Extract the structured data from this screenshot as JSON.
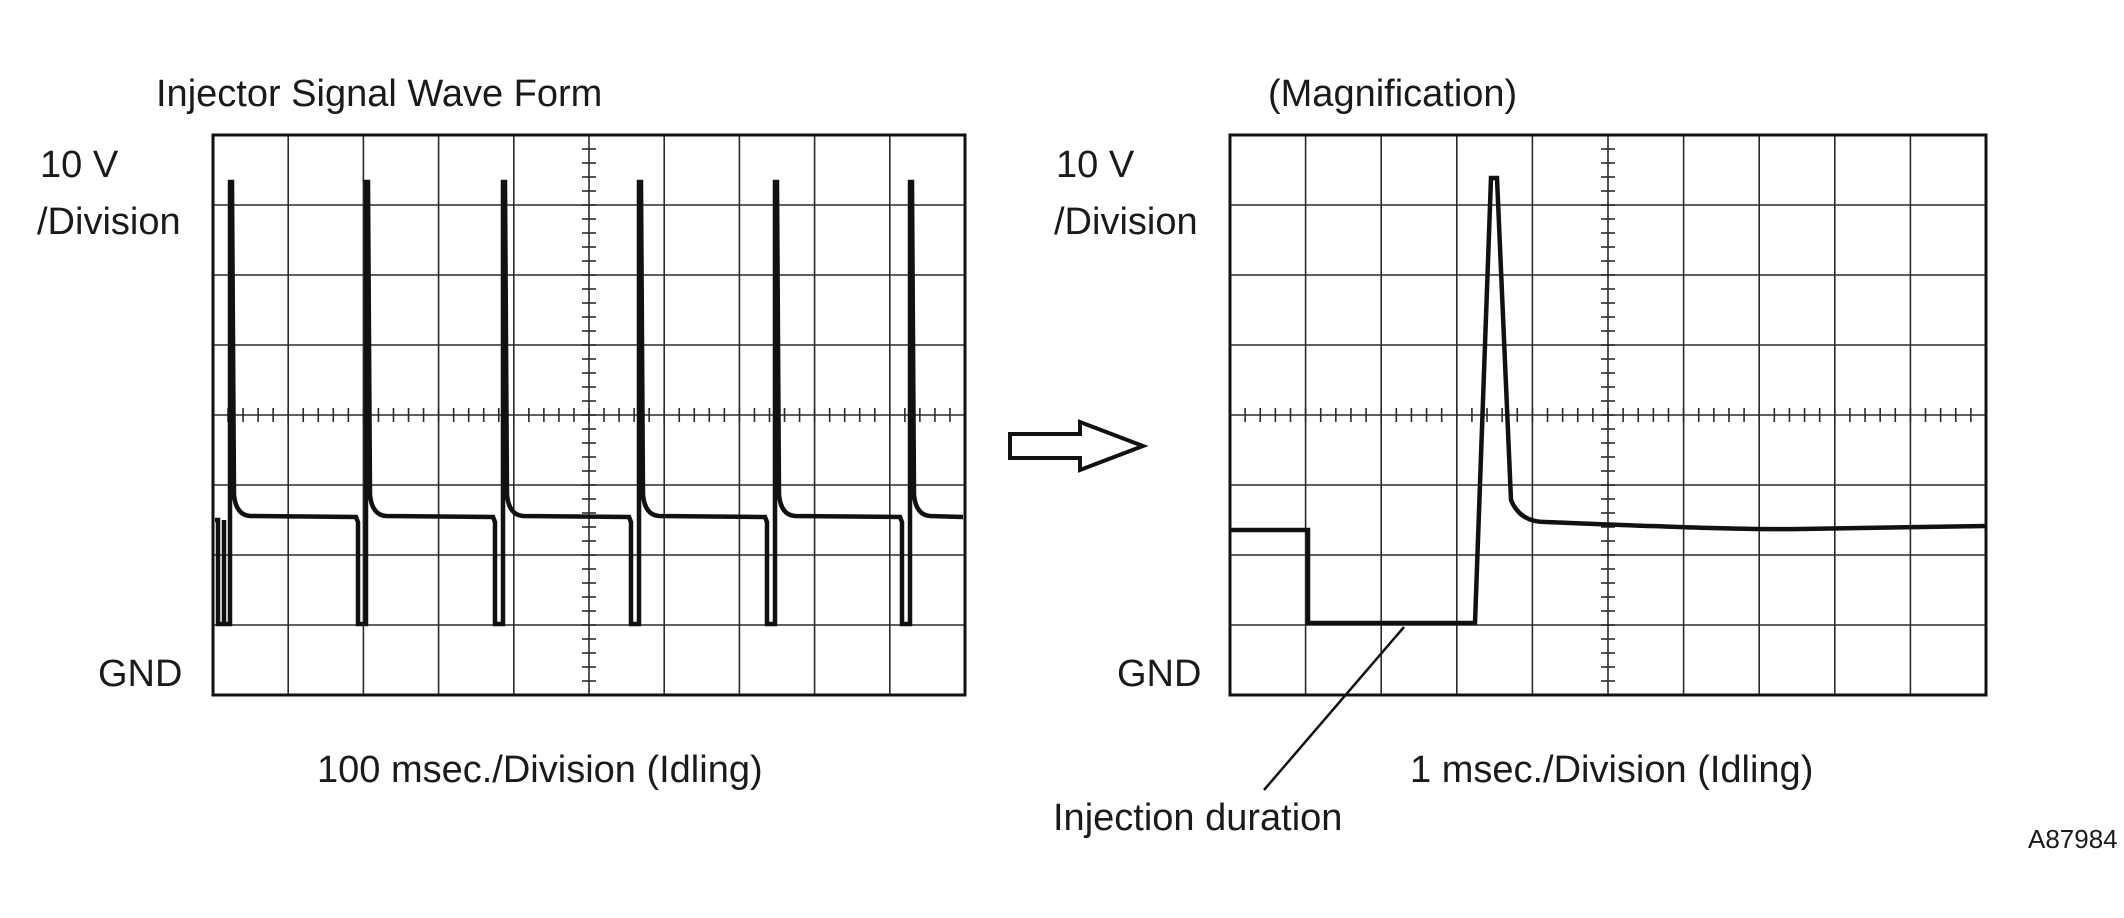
{
  "left_scope": {
    "title": "Injector Signal Wave Form",
    "volts_label_line1": "10 V",
    "volts_label_line2": "/Division",
    "ground_label": "GND",
    "time_label": "100 msec./Division (Idling)"
  },
  "right_scope": {
    "title": "(Magnification)",
    "volts_label_line1": "10 V",
    "volts_label_line2": "/Division",
    "ground_label": "GND",
    "time_label": "1 msec./Division (Idling)",
    "callout": "Injection duration"
  },
  "figure_code": "A87984",
  "colors": {
    "line": "#111111",
    "grid": "#2a2a2a"
  }
}
